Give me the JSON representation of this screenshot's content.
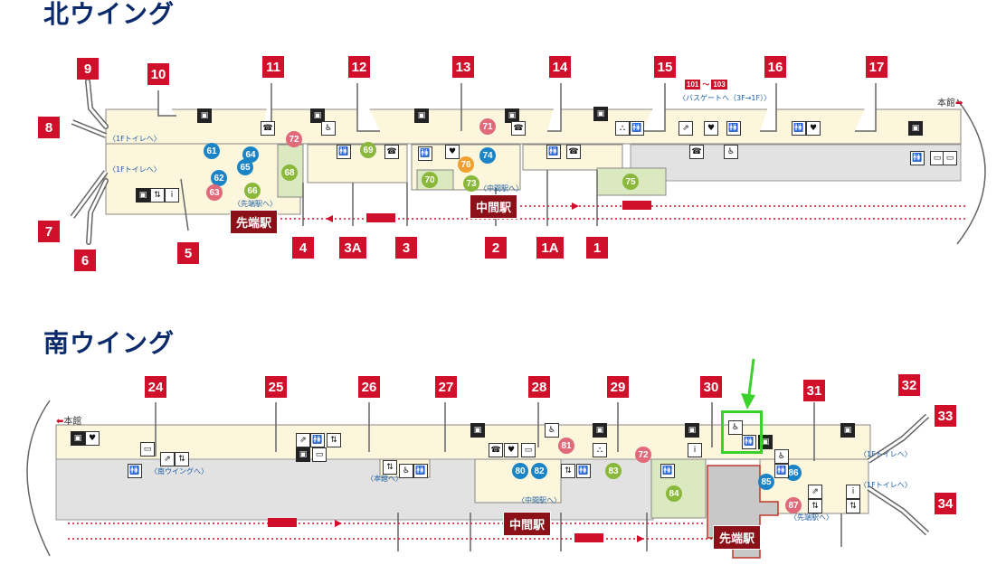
{
  "north": {
    "title": "北ウイング",
    "honkan": "本館",
    "gates": [
      "9",
      "10",
      "11",
      "12",
      "13",
      "14",
      "15",
      "16",
      "17",
      "8",
      "7",
      "6",
      "5",
      "4",
      "3A",
      "3",
      "2",
      "1A",
      "1"
    ],
    "stations": {
      "sentan": "先端駅",
      "chukan": "中間駅"
    },
    "labels": {
      "toilet1": "〈1Fトイレへ〉",
      "toilet2": "〈1Fトイレへ〉",
      "to_sentan": "〈先端駅へ〉",
      "to_chukan": "〈中間駅へ〉",
      "bus": "〈バスゲートへ（3F→1F）〉",
      "range_from": "101",
      "range_sep": "〜",
      "range_to": "103"
    },
    "pois": [
      "61",
      "64",
      "65",
      "62",
      "63",
      "66",
      "68",
      "72",
      "69",
      "71",
      "70",
      "76",
      "74",
      "73",
      "75"
    ]
  },
  "south": {
    "title": "南ウイング",
    "honkan": "本館",
    "gates": [
      "24",
      "25",
      "26",
      "27",
      "28",
      "29",
      "30",
      "31",
      "32",
      "33",
      "34"
    ],
    "stations": {
      "chukan": "中間駅",
      "sentan": "先端駅"
    },
    "labels": {
      "to_south": "〈南ウイングへ〉",
      "to_honkan": "〈本館へ〉",
      "to_chukan": "〈中間駅へ〉",
      "to_sentan": "〈先端駅へ〉",
      "toilet1": "〈1Fトイレへ〉",
      "toilet2": "〈1Fトイレへ〉"
    },
    "pois": [
      "81",
      "80",
      "82",
      "83",
      "72",
      "84",
      "85",
      "86",
      "87"
    ]
  },
  "colors": {
    "gate": "#d0102b",
    "station": "#8c1018",
    "title": "#0b2a6b",
    "highlight": "#39d12a",
    "concourse": "#fbf6dc",
    "platform": "#e0e0e0"
  },
  "icons": [
    "escalator-icon",
    "restroom-icon",
    "phone-icon",
    "elevator-icon",
    "aed-icon",
    "shop-icon",
    "smoking-icon",
    "nursing-icon",
    "baby-icon",
    "info-icon"
  ]
}
